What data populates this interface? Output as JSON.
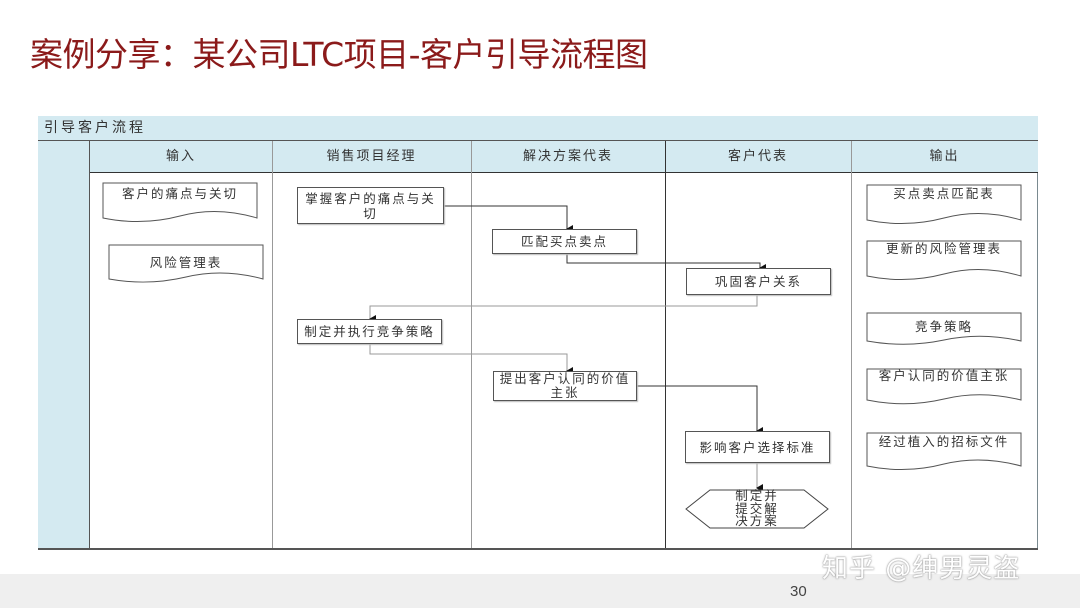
{
  "page": {
    "title": "案例分享：某公司LTC项目-客户引导流程图",
    "page_number": "30",
    "watermark": "知乎 @绅男灵盗"
  },
  "diagram": {
    "pool_title": "引导客户流程",
    "lanes": [
      {
        "label": "输入"
      },
      {
        "label": "销售项目经理"
      },
      {
        "label": "解决方案代表"
      },
      {
        "label": "客户代表"
      },
      {
        "label": "输出"
      }
    ],
    "inputs": [
      {
        "label": "客户的痛点与关切"
      },
      {
        "label": "风险管理表"
      }
    ],
    "steps": [
      {
        "label": "掌握客户的痛点与关切",
        "lane": "销售项目经理"
      },
      {
        "label": "匹配买点卖点",
        "lane": "解决方案代表"
      },
      {
        "label": "巩固客户关系",
        "lane": "客户代表"
      },
      {
        "label": "制定并执行竞争策略",
        "lane": "销售项目经理"
      },
      {
        "label": "提出客户认同的价值主张",
        "lane": "解决方案代表"
      },
      {
        "label": "影响客户选择标准",
        "lane": "客户代表"
      },
      {
        "label": "制定并提交解决方案",
        "lane": "客户代表",
        "shape": "hexagon"
      }
    ],
    "outputs": [
      {
        "label": "买点卖点匹配表"
      },
      {
        "label": "更新的风险管理表"
      },
      {
        "label": "竞争策略"
      },
      {
        "label": "客户认同的价值主张"
      },
      {
        "label": "经过植入的招标文件"
      }
    ],
    "colors": {
      "header_fill": "#d4eaf1",
      "title_color": "#8b1a1a",
      "line": "#333333"
    }
  }
}
